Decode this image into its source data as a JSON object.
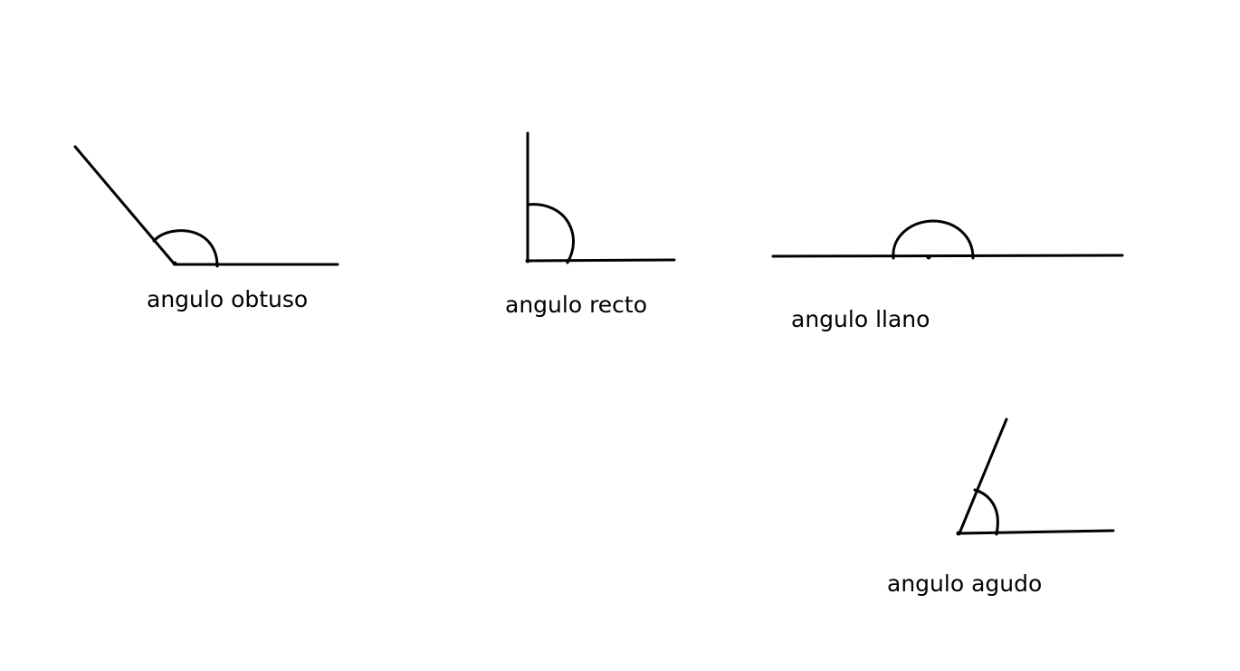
{
  "diagram": {
    "stroke_color": "#000000",
    "text_color": "#000000",
    "background": "#ffffff",
    "angles": [
      {
        "id": "obtuso",
        "label": "angulo obtuso"
      },
      {
        "id": "recto",
        "label": "angulo recto"
      },
      {
        "id": "llano",
        "label": "angulo llano"
      },
      {
        "id": "agudo",
        "label": "angulo agudo"
      }
    ]
  }
}
